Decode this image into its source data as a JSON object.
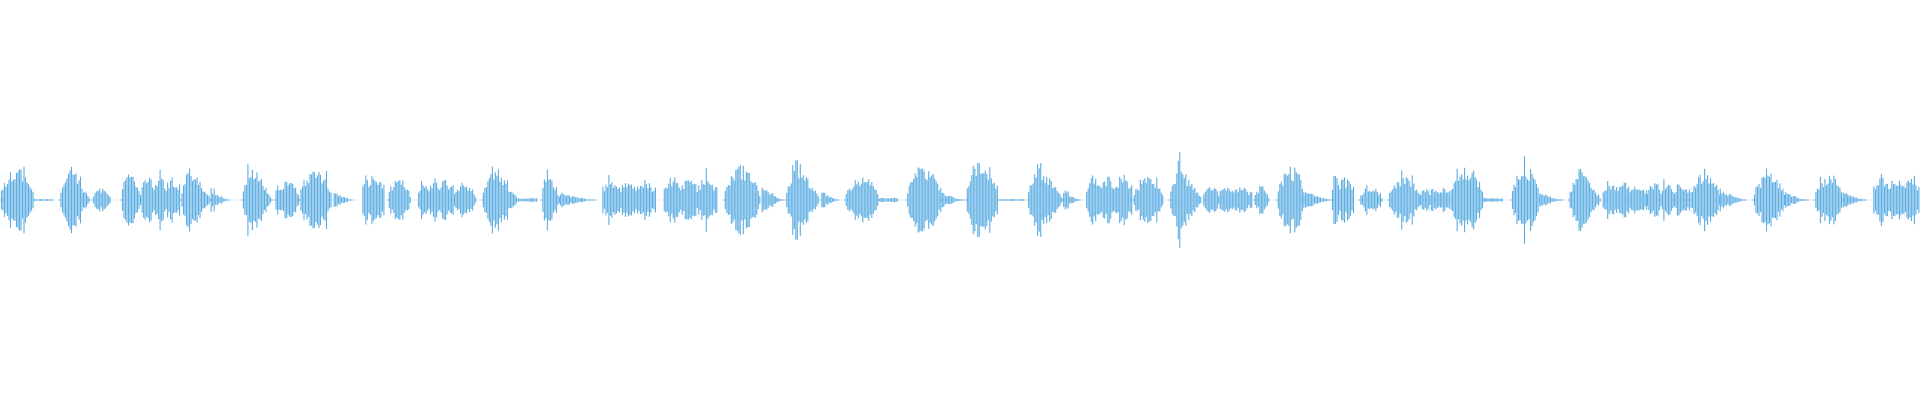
{
  "waveform": {
    "color": "#5dade2",
    "background": "#ffffff",
    "amplitude_scale": 1.0,
    "segments": [
      {
        "start": 0.0,
        "end": 0.018,
        "peak": 0.16,
        "shape": "dome"
      },
      {
        "start": 0.018,
        "end": 0.028,
        "peak": 0.01,
        "shape": "flat"
      },
      {
        "start": 0.031,
        "end": 0.047,
        "peak": 0.2,
        "shape": "peak-early"
      },
      {
        "start": 0.048,
        "end": 0.058,
        "peak": 0.06,
        "shape": "dome"
      },
      {
        "start": 0.063,
        "end": 0.074,
        "peak": 0.2,
        "shape": "peak-early"
      },
      {
        "start": 0.074,
        "end": 0.094,
        "peak": 0.12,
        "shape": "ragged"
      },
      {
        "start": 0.094,
        "end": 0.11,
        "peak": 0.18,
        "shape": "peak-early"
      },
      {
        "start": 0.11,
        "end": 0.12,
        "peak": 0.06,
        "shape": "decay"
      },
      {
        "start": 0.126,
        "end": 0.142,
        "peak": 0.19,
        "shape": "peak-early"
      },
      {
        "start": 0.143,
        "end": 0.156,
        "peak": 0.1,
        "shape": "dome"
      },
      {
        "start": 0.156,
        "end": 0.173,
        "peak": 0.17,
        "shape": "dome"
      },
      {
        "start": 0.174,
        "end": 0.184,
        "peak": 0.05,
        "shape": "decay"
      },
      {
        "start": 0.189,
        "end": 0.2,
        "peak": 0.13,
        "shape": "ragged"
      },
      {
        "start": 0.202,
        "end": 0.214,
        "peak": 0.11,
        "shape": "dome"
      },
      {
        "start": 0.218,
        "end": 0.236,
        "peak": 0.11,
        "shape": "ragged"
      },
      {
        "start": 0.236,
        "end": 0.248,
        "peak": 0.09,
        "shape": "dome"
      },
      {
        "start": 0.251,
        "end": 0.27,
        "peak": 0.19,
        "shape": "peak-early"
      },
      {
        "start": 0.27,
        "end": 0.28,
        "peak": 0.02,
        "shape": "flat"
      },
      {
        "start": 0.282,
        "end": 0.292,
        "peak": 0.19,
        "shape": "peak-early"
      },
      {
        "start": 0.292,
        "end": 0.31,
        "peak": 0.04,
        "shape": "decay"
      },
      {
        "start": 0.314,
        "end": 0.342,
        "peak": 0.11,
        "shape": "ragged"
      },
      {
        "start": 0.346,
        "end": 0.374,
        "peak": 0.12,
        "shape": "ragged"
      },
      {
        "start": 0.377,
        "end": 0.396,
        "peak": 0.18,
        "shape": "dome"
      },
      {
        "start": 0.397,
        "end": 0.408,
        "peak": 0.08,
        "shape": "decay"
      },
      {
        "start": 0.409,
        "end": 0.427,
        "peak": 0.23,
        "shape": "peak-early"
      },
      {
        "start": 0.428,
        "end": 0.437,
        "peak": 0.05,
        "shape": "decay"
      },
      {
        "start": 0.44,
        "end": 0.458,
        "peak": 0.12,
        "shape": "dome"
      },
      {
        "start": 0.458,
        "end": 0.468,
        "peak": 0.02,
        "shape": "flat"
      },
      {
        "start": 0.472,
        "end": 0.49,
        "peak": 0.18,
        "shape": "dome"
      },
      {
        "start": 0.49,
        "end": 0.502,
        "peak": 0.05,
        "shape": "decay"
      },
      {
        "start": 0.503,
        "end": 0.52,
        "peak": 0.2,
        "shape": "dome"
      },
      {
        "start": 0.52,
        "end": 0.534,
        "peak": 0.01,
        "shape": "flat"
      },
      {
        "start": 0.535,
        "end": 0.554,
        "peak": 0.21,
        "shape": "peak-early"
      },
      {
        "start": 0.554,
        "end": 0.563,
        "peak": 0.05,
        "shape": "decay"
      },
      {
        "start": 0.566,
        "end": 0.59,
        "peak": 0.13,
        "shape": "ragged"
      },
      {
        "start": 0.59,
        "end": 0.606,
        "peak": 0.12,
        "shape": "dome"
      },
      {
        "start": 0.609,
        "end": 0.626,
        "peak": 0.19,
        "shape": "peak-early"
      },
      {
        "start": 0.627,
        "end": 0.652,
        "peak": 0.07,
        "shape": "ragged"
      },
      {
        "start": 0.653,
        "end": 0.661,
        "peak": 0.07,
        "shape": "dome"
      },
      {
        "start": 0.665,
        "end": 0.68,
        "peak": 0.17,
        "shape": "dome"
      },
      {
        "start": 0.68,
        "end": 0.694,
        "peak": 0.05,
        "shape": "decay"
      },
      {
        "start": 0.694,
        "end": 0.705,
        "peak": 0.12,
        "shape": "ragged"
      },
      {
        "start": 0.708,
        "end": 0.72,
        "peak": 0.07,
        "shape": "dome"
      },
      {
        "start": 0.723,
        "end": 0.74,
        "peak": 0.12,
        "shape": "dome"
      },
      {
        "start": 0.74,
        "end": 0.755,
        "peak": 0.07,
        "shape": "ragged"
      },
      {
        "start": 0.755,
        "end": 0.773,
        "peak": 0.17,
        "shape": "dome"
      },
      {
        "start": 0.773,
        "end": 0.783,
        "peak": 0.02,
        "shape": "flat"
      },
      {
        "start": 0.787,
        "end": 0.802,
        "peak": 0.17,
        "shape": "dome"
      },
      {
        "start": 0.802,
        "end": 0.814,
        "peak": 0.04,
        "shape": "decay"
      },
      {
        "start": 0.817,
        "end": 0.834,
        "peak": 0.19,
        "shape": "peak-early"
      },
      {
        "start": 0.835,
        "end": 0.858,
        "peak": 0.09,
        "shape": "ragged"
      },
      {
        "start": 0.858,
        "end": 0.88,
        "peak": 0.09,
        "shape": "ragged"
      },
      {
        "start": 0.88,
        "end": 0.896,
        "peak": 0.14,
        "shape": "dome"
      },
      {
        "start": 0.896,
        "end": 0.91,
        "peak": 0.06,
        "shape": "decay"
      },
      {
        "start": 0.913,
        "end": 0.93,
        "peak": 0.14,
        "shape": "dome"
      },
      {
        "start": 0.93,
        "end": 0.942,
        "peak": 0.04,
        "shape": "decay"
      },
      {
        "start": 0.945,
        "end": 0.96,
        "peak": 0.13,
        "shape": "dome"
      },
      {
        "start": 0.96,
        "end": 0.972,
        "peak": 0.05,
        "shape": "decay"
      },
      {
        "start": 0.976,
        "end": 1.0,
        "peak": 0.13,
        "shape": "ragged"
      }
    ]
  }
}
